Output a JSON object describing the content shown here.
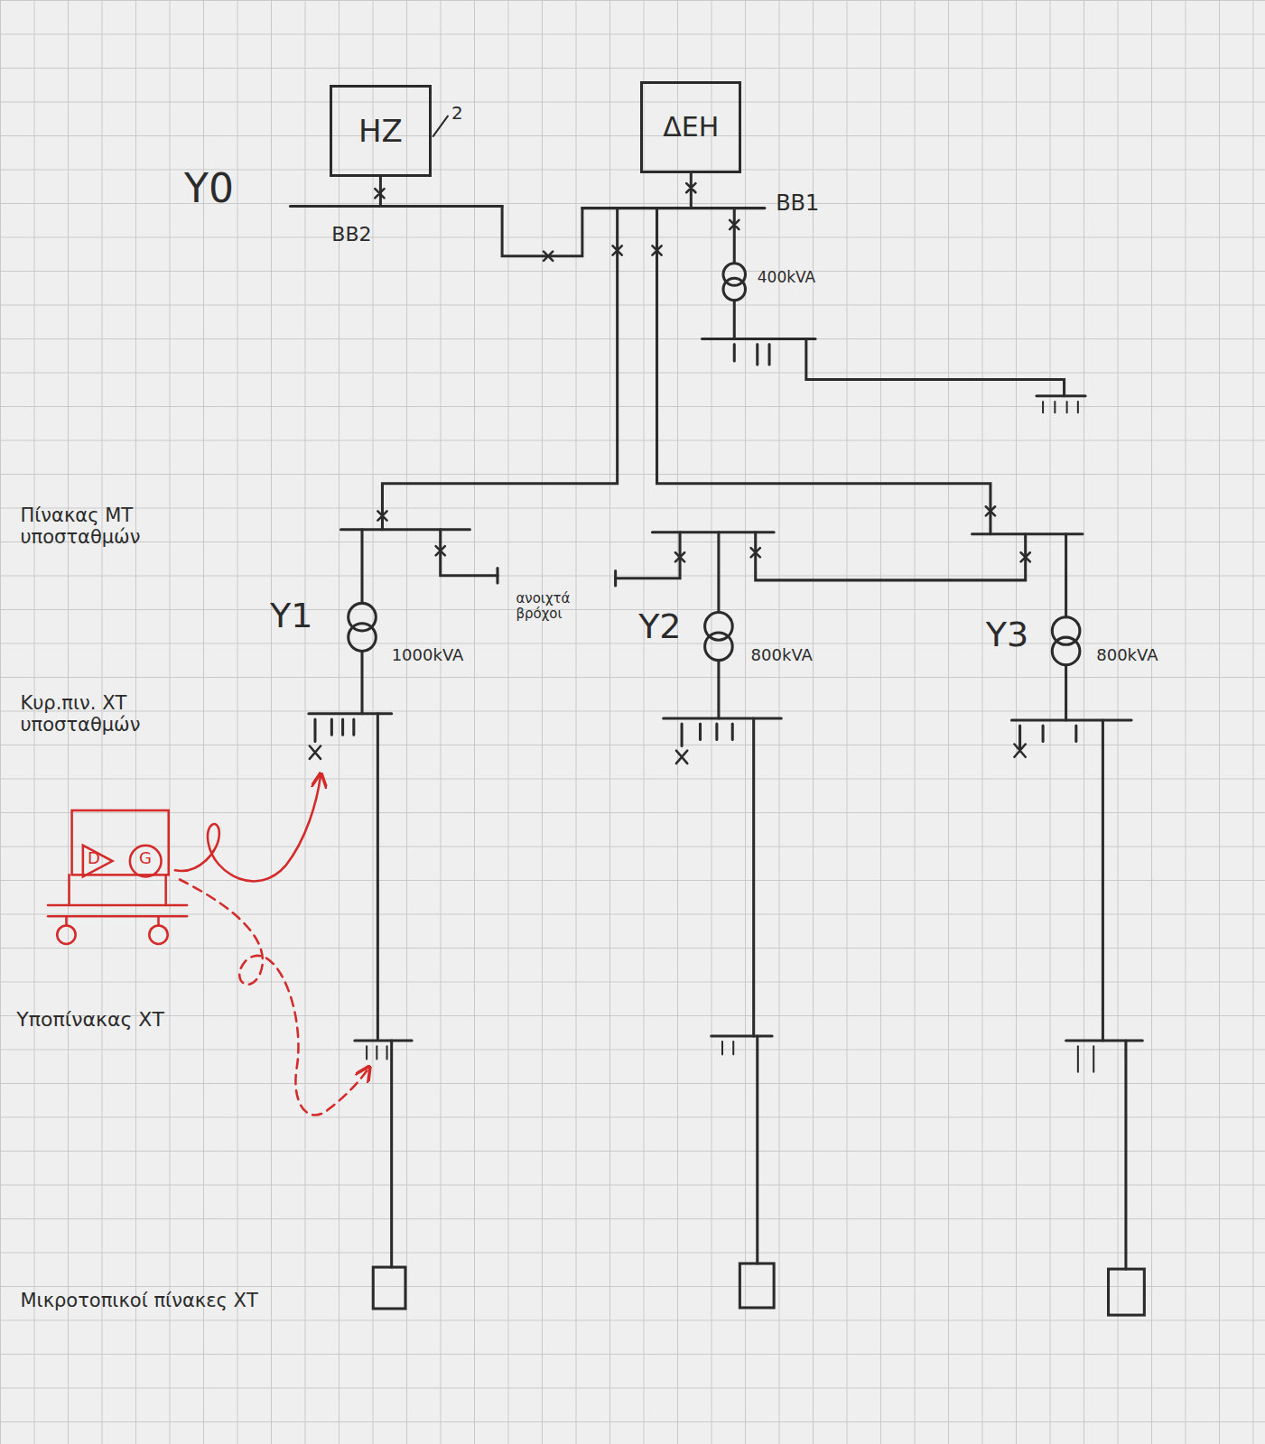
{
  "diagram": {
    "nodes": [
      {
        "text": [
          "HZ"
        ]
      },
      {
        "text": [
          "ΔΕΗ"
        ]
      }
    ],
    "edges": [
      {
        "from": 0,
        "to": 1,
        "arrow": "none"
      }
    ],
    "labels": [
      "2",
      "Y0",
      "BB2",
      "BB1",
      "400kVA",
      "Πίνακας ΜΤ υποσταθμών",
      "Y1",
      "1000kVA",
      "ανοιχτά βρόχοι",
      "Y2",
      "800kVA",
      "Y3",
      "800kVA",
      "Κυρ.πιν. ΧΤ υποσταθμών",
      "D",
      "G",
      "Υποπίνακας ΧΤ",
      "Μικροτοπικοί πίνακες ΧΤ"
    ]
  }
}
